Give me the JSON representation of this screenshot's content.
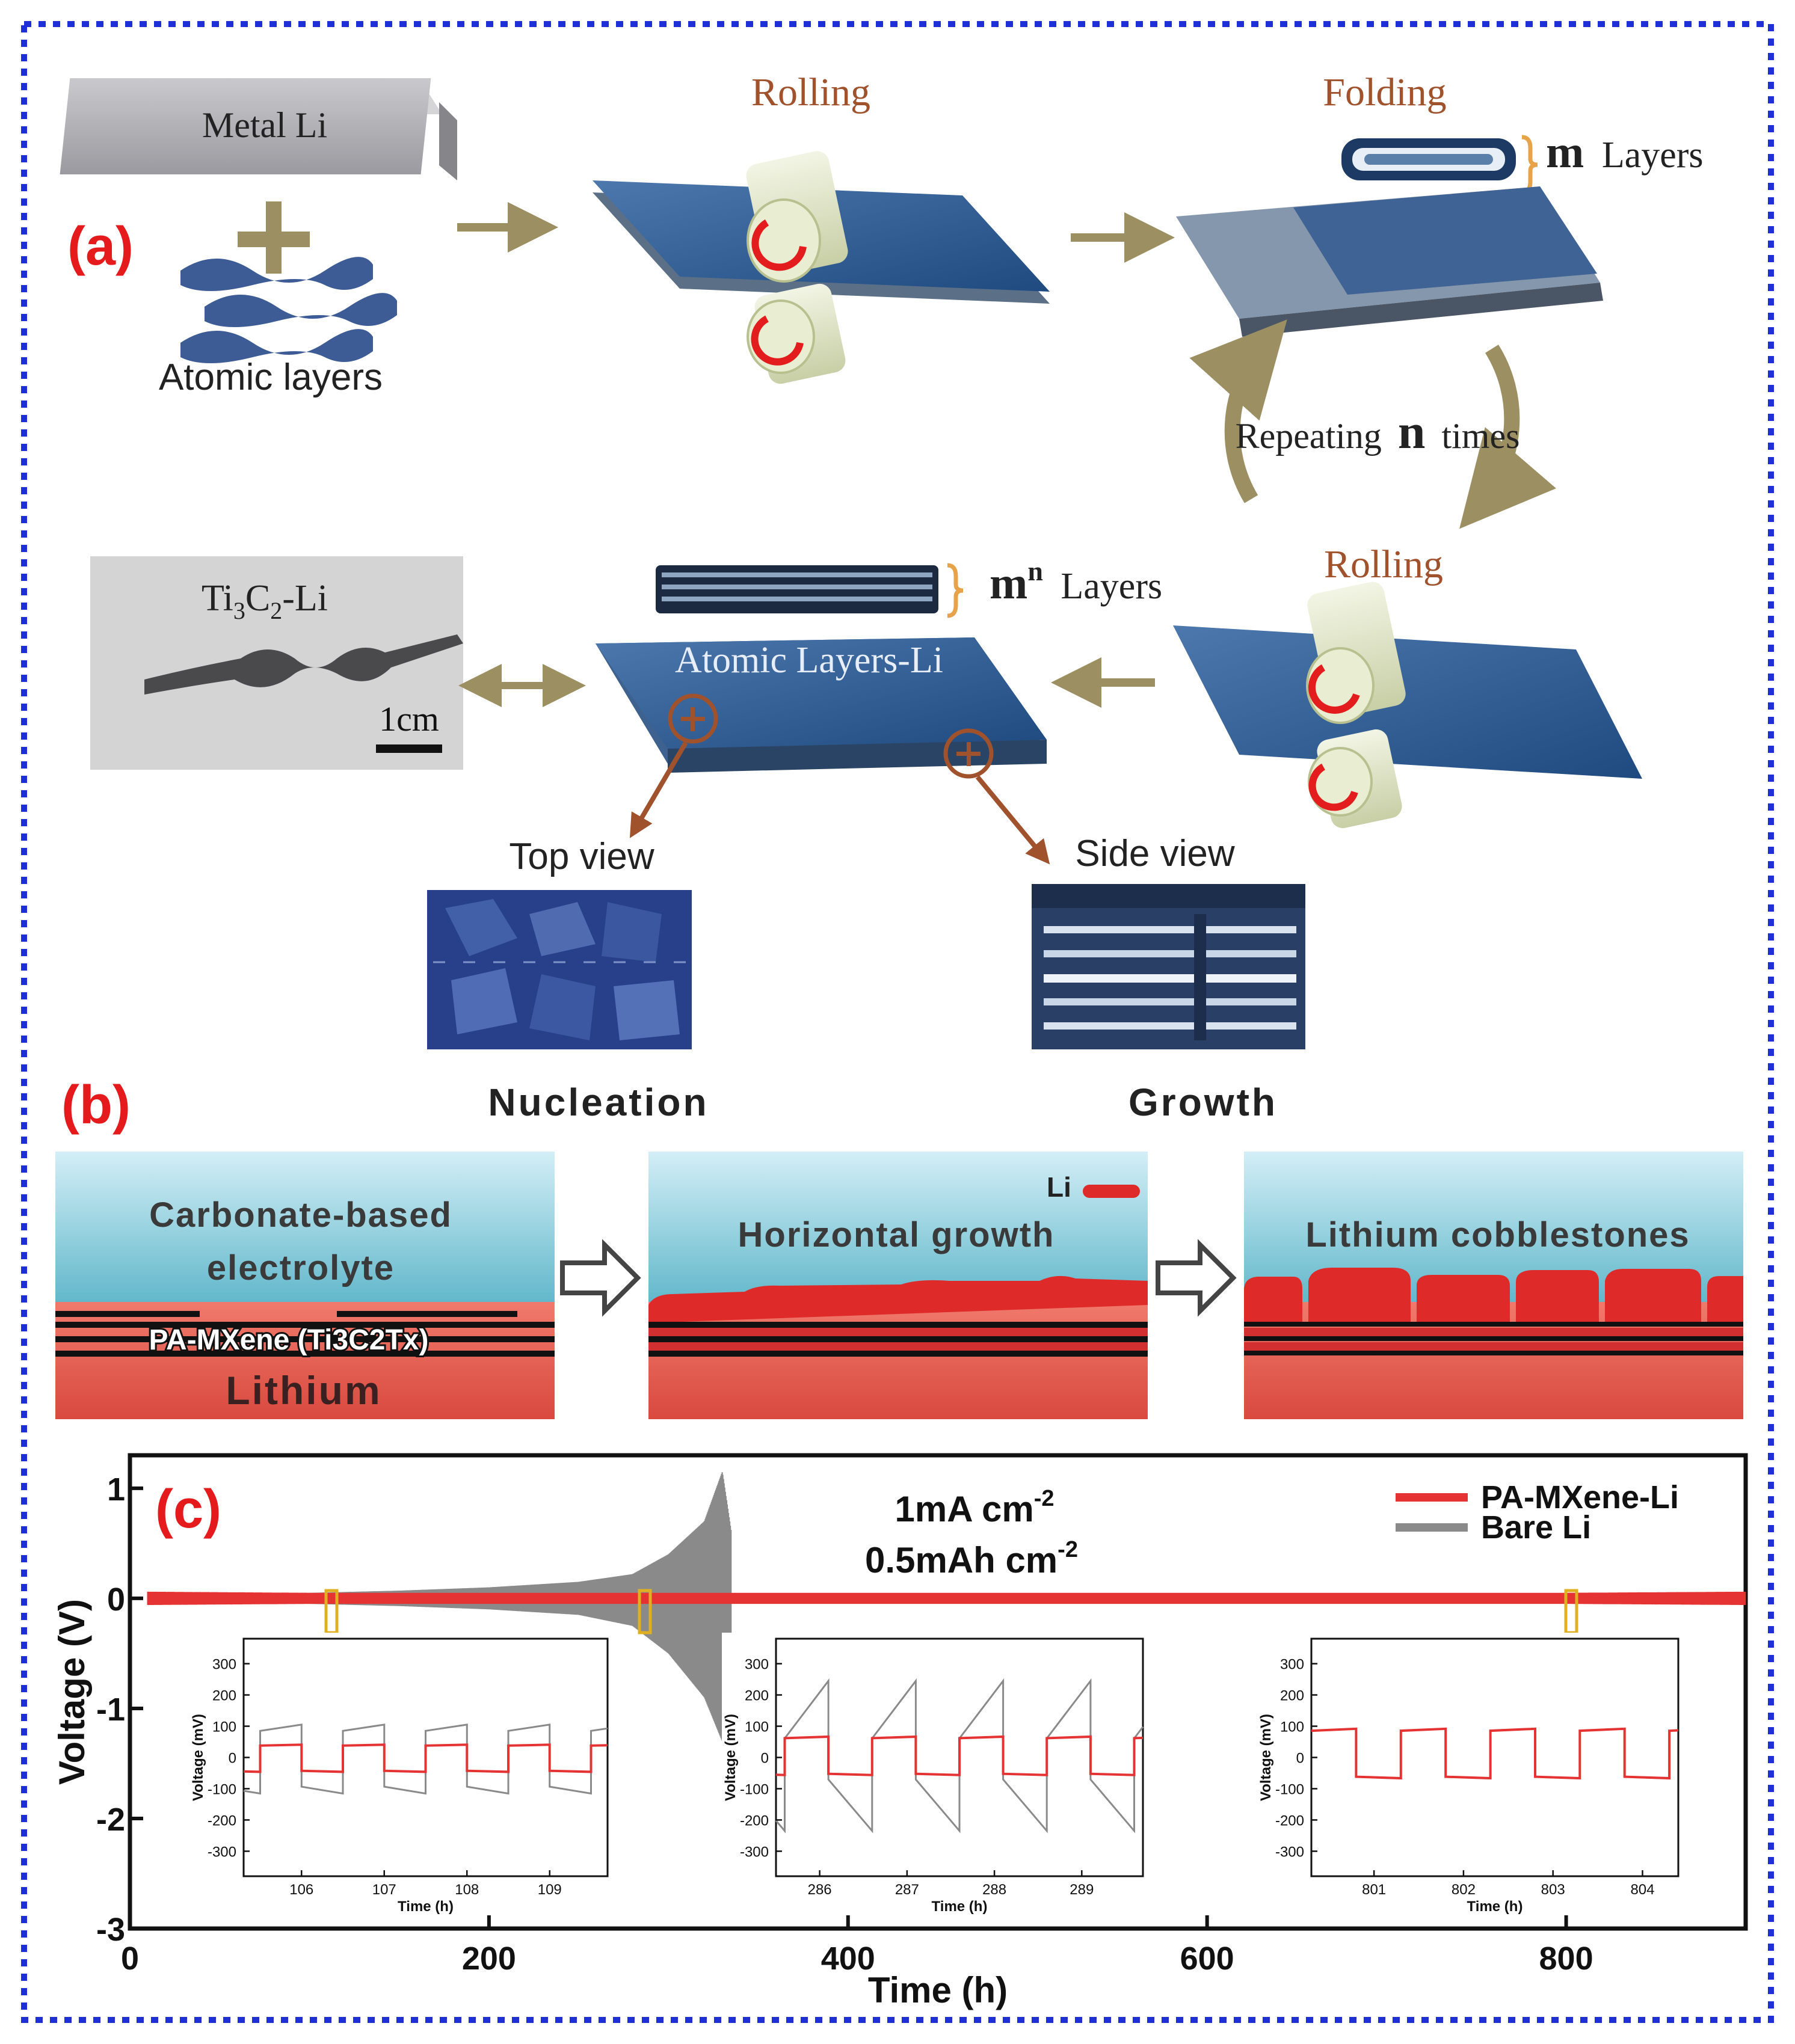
{
  "panel_a": {
    "label": "(a)",
    "metal_li": "Metal Li",
    "atomic_layers": "Atomic layers",
    "rolling_top": "Rolling",
    "folding": "Folding",
    "m_layers_symbol": "m",
    "m_layers_word": "Layers",
    "repeating_prefix": "Repeating",
    "repeating_n": "n",
    "repeating_suffix": "times",
    "rolling_bottom": "Rolling",
    "mn_layers_base": "m",
    "mn_layers_exp": "n",
    "mn_layers_word": "Layers",
    "atomic_layers_li": "Atomic Layers-Li",
    "photo_label_base": "Ti",
    "photo_label_sub1": "3",
    "photo_label_mid": "C",
    "photo_label_sub2": "2",
    "photo_label_end": "-Li",
    "scale_bar": "1cm",
    "top_view": "Top view",
    "side_view": "Side view"
  },
  "panel_b": {
    "label": "(b)",
    "nucleation": "Nucleation",
    "growth": "Growth",
    "electrolyte_line1": "Carbonate-based",
    "electrolyte_line2": "electrolyte",
    "pa_mxene": "PA-MXene (Ti3C2Tx)",
    "lithium": "Lithium",
    "legend_li": "Li",
    "horizontal_growth": "Horizontal growth",
    "cobblestones": "Lithium cobblestones"
  },
  "panel_c": {
    "label": "(c)",
    "condition_line1_base": "1mA cm",
    "condition_line1_exp": "-2",
    "condition_line2_base": "0.5mAh cm",
    "condition_line2_exp": "-2"
  },
  "colors": {
    "red_label": "#e41a1c",
    "frame_blue": "#1f2fd6",
    "pa_mxene_red": "#e53232",
    "bare_li_gray": "#8a8a8a",
    "arrow_olive": "#9c9063",
    "roll_text_brown": "#a0522d",
    "mxene_blue": "#2e5d9a",
    "electrolyte_top": "#cdebf3",
    "electrolyte_bottom": "#5fb6c9",
    "lithium_red": "#e0574b"
  },
  "chart_data": [
    {
      "type": "line",
      "title": "",
      "xlabel": "Time (h)",
      "ylabel": "Voltage (V)",
      "xlim": [
        0,
        900
      ],
      "ylim": [
        -3,
        1.3
      ],
      "xticks": [
        0,
        200,
        400,
        600,
        800
      ],
      "yticks": [
        1,
        0,
        -1,
        -2,
        -3
      ],
      "legend": "top-right",
      "series": [
        {
          "name": "PA-MXene-Li",
          "color": "#e53232",
          "x": [
            10,
            100,
            200,
            300,
            400,
            500,
            600,
            700,
            800,
            900
          ],
          "y_upper": [
            0.06,
            0.05,
            0.05,
            0.05,
            0.05,
            0.05,
            0.05,
            0.05,
            0.05,
            0.06
          ],
          "y_lower": [
            -0.06,
            -0.05,
            -0.05,
            -0.05,
            -0.05,
            -0.05,
            -0.05,
            -0.05,
            -0.05,
            -0.06
          ]
        },
        {
          "name": "Bare Li",
          "color": "#8a8a8a",
          "x": [
            10,
            100,
            150,
            200,
            250,
            280,
            300,
            320,
            330,
            335
          ],
          "y_upper": [
            0.05,
            0.05,
            0.07,
            0.1,
            0.15,
            0.22,
            0.4,
            0.7,
            1.15,
            0.6
          ],
          "y_lower": [
            -0.05,
            -0.05,
            -0.07,
            -0.1,
            -0.15,
            -0.25,
            -0.5,
            -0.9,
            -1.3,
            -0.7
          ]
        }
      ]
    },
    {
      "type": "line",
      "title": "",
      "xlabel": "Time (h)",
      "ylabel": "Voltage (mV)",
      "xlim": [
        105.3,
        109.7
      ],
      "ylim": [
        -380,
        380
      ],
      "xticks": [
        106,
        107,
        108,
        109
      ],
      "yticks": [
        300,
        200,
        100,
        0,
        -100,
        -200,
        -300
      ],
      "series": [
        {
          "name": "PA-MXene-Li",
          "cycle_start": 105.5,
          "period": 1,
          "upper": 40,
          "lower": -45
        },
        {
          "name": "Bare Li",
          "cycle_start": 105.5,
          "period": 1,
          "upper": 100,
          "lower": -110
        }
      ]
    },
    {
      "type": "line",
      "title": "",
      "xlabel": "Time (h)",
      "ylabel": "Voltage (mV)",
      "xlim": [
        285.5,
        289.7
      ],
      "ylim": [
        -380,
        380
      ],
      "xticks": [
        286,
        287,
        288,
        289
      ],
      "yticks": [
        300,
        200,
        100,
        0,
        -100,
        -200,
        -300
      ],
      "series": [
        {
          "name": "PA-MXene-Li",
          "cycle_start": 285.6,
          "period": 1,
          "upper": 65,
          "lower": -55
        },
        {
          "name": "Bare Li",
          "cycle_start": 285.6,
          "period": 1,
          "upper": 245,
          "lower": -235
        }
      ]
    },
    {
      "type": "line",
      "title": "",
      "xlabel": "Time (h)",
      "ylabel": "Voltage (mV)",
      "xlim": [
        800.3,
        804.4
      ],
      "ylim": [
        -380,
        380
      ],
      "xticks": [
        801,
        802,
        803,
        804
      ],
      "yticks": [
        300,
        200,
        100,
        0,
        -100,
        -200,
        -300
      ],
      "series": [
        {
          "name": "PA-MXene-Li",
          "cycle_start": 800.3,
          "period": 1,
          "upper": 90,
          "lower": -65
        }
      ]
    }
  ]
}
